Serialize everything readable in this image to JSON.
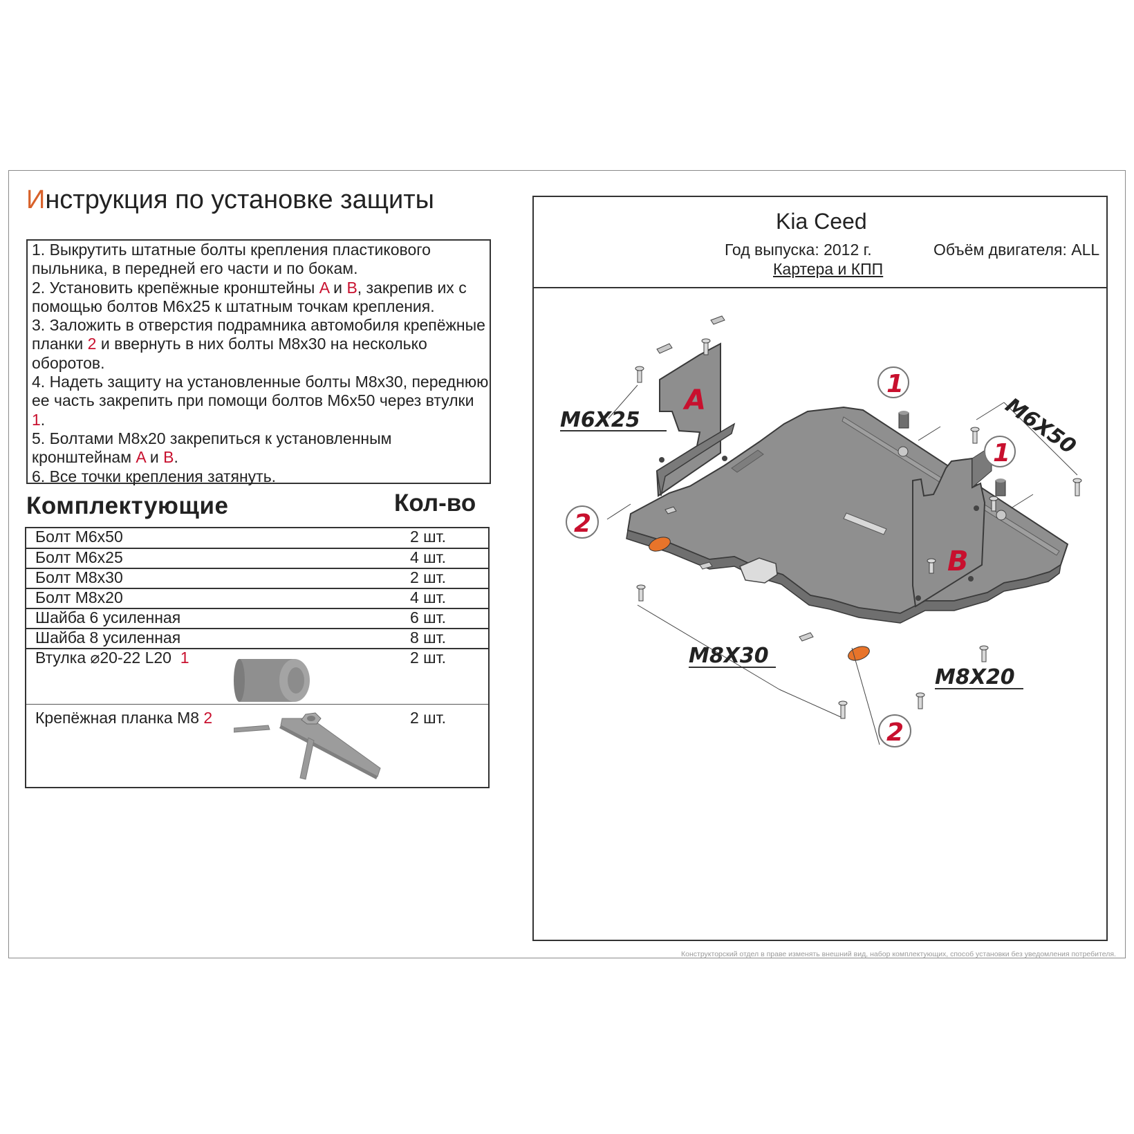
{
  "header": {
    "title_first": "И",
    "title_rest": "нструкция по установке защиты"
  },
  "steps": [
    {
      "text": "1.   Выкрутить штатные болты крепления пластикового пыльника, в передней его части и по бокам."
    },
    {
      "p1": "2.   Установить крепёжные кронштейны ",
      "r1": "A",
      "p2": " и ",
      "r2": "B",
      "p3": ", закрепив их с помощью болтов М6х25 к штатным точкам крепления."
    },
    {
      "p1": "3.   Заложить в отверстия подрамника автомобиля крепёжные планки ",
      "r1": "2",
      "p2": " и ввернуть в них болты М8х30 на несколько оборотов."
    },
    {
      "p1": "4.   Надеть защиту на установленные болты М8х30, переднюю ее часть закрепить при помощи болтов М6х50 через втулки ",
      "r1": "1",
      "p2": "."
    },
    {
      "p1": "5.   Болтами М8х20 закрепиться к установленным кронштейнам ",
      "r1": "A",
      "p2": " и ",
      "r2": "B",
      "p3": "."
    },
    {
      "text": "6.   Все точки крепления затянуть."
    }
  ],
  "parts": {
    "title": "Комплектующие",
    "qty_title": "Кол-во",
    "rows": [
      {
        "name": "Болт М6х50",
        "qty": "2 шт."
      },
      {
        "name": "Болт М6х25",
        "qty": "4 шт."
      },
      {
        "name": "Болт М8х30",
        "qty": "2 шт."
      },
      {
        "name": "Болт М8х20",
        "qty": "4 шт."
      },
      {
        "name": "Шайба 6  усиленная",
        "qty": "6 шт."
      },
      {
        "name": "Шайба 8  усиленная",
        "qty": "8 шт."
      },
      {
        "name": "Втулка ⌀20-22 L20",
        "mark": "1",
        "qty": "2 шт."
      },
      {
        "name": "Крепёжная планка М8",
        "mark": "2",
        "qty": "2 шт."
      }
    ]
  },
  "car": {
    "model": "Kia Ceed",
    "year": "Год выпуска: 2012 г.",
    "engine": "Объём двигателя: ALL",
    "protection": "Картера и КПП"
  },
  "drawing": {
    "labels": {
      "m6x25": "M6X25",
      "m6x50": "M6X50",
      "m8x30": "M8X30",
      "m8x20": "M8X20",
      "bracket_a": "A",
      "bracket_b": "B",
      "callout_1": "1",
      "callout_2": "2"
    },
    "colors": {
      "plate": "#8d8d8d",
      "plate_edge": "#3a3a3a",
      "accent_red": "#c8102e",
      "orange_pad": "#e8742a"
    }
  },
  "footer": {
    "note": "Конструкторский отдел в праве изменять внешний вид, набор комплектующих, способ установки без уведомления потребителя."
  }
}
